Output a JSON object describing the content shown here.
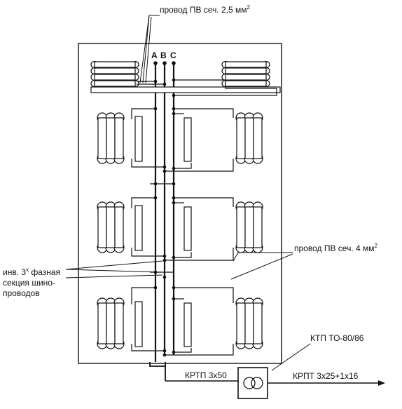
{
  "phases": {
    "a": "A",
    "b": "B",
    "c": "C"
  },
  "labels": {
    "wire_small": "провод ПВ сеч. 2,5 мм",
    "wire_small_sup": "2",
    "wire_large": "провод ПВ сеч. 4 мм",
    "wire_large_sup": "2",
    "busbar_line1": "инв. 3",
    "busbar_sup": "х",
    "busbar_line1_rest": " фазная",
    "busbar_line2": "секция шино-",
    "busbar_line3": "проводов",
    "transformer_name": "КТП ТО-80/86",
    "cable_main": "КРТП 3х50",
    "cable_out": "КРПТ 3х25+1х16"
  },
  "colors": {
    "line": "#111111",
    "background": "#ffffff"
  }
}
